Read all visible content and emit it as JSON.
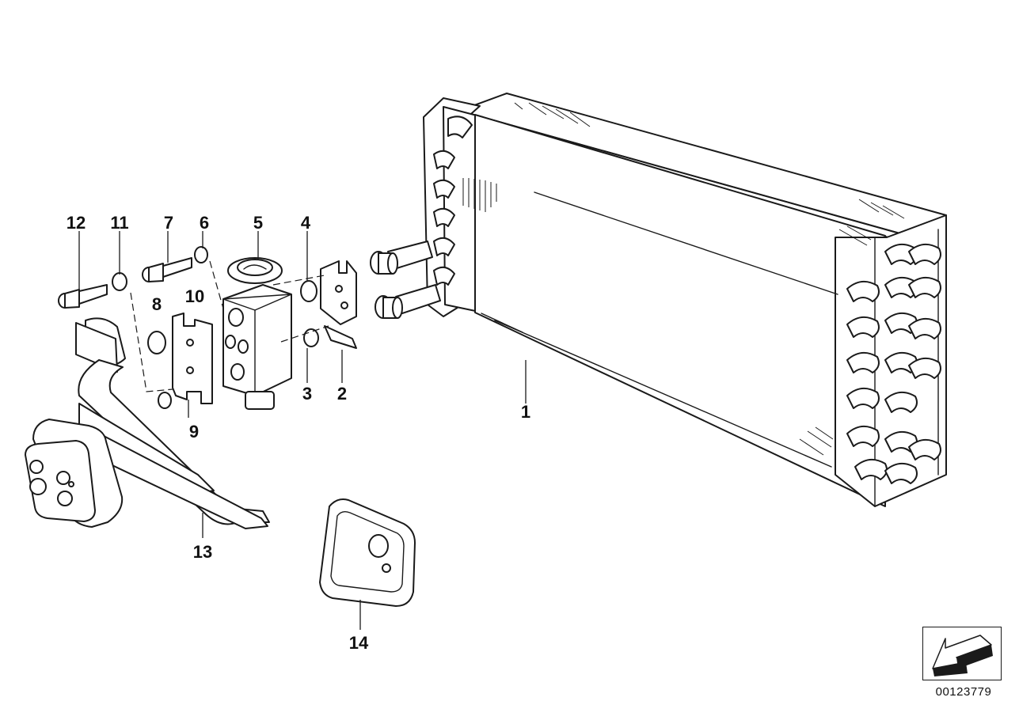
{
  "diagram": {
    "callouts": [
      {
        "id": "1",
        "label": "1"
      },
      {
        "id": "2",
        "label": "2"
      },
      {
        "id": "3",
        "label": "3"
      },
      {
        "id": "4",
        "label": "4"
      },
      {
        "id": "5",
        "label": "5"
      },
      {
        "id": "6",
        "label": "6"
      },
      {
        "id": "7",
        "label": "7"
      },
      {
        "id": "8",
        "label": "8"
      },
      {
        "id": "9",
        "label": "9"
      },
      {
        "id": "10",
        "label": "10"
      },
      {
        "id": "11",
        "label": "11"
      },
      {
        "id": "12",
        "label": "12"
      },
      {
        "id": "13",
        "label": "13"
      },
      {
        "id": "14",
        "label": "14"
      }
    ],
    "reference_number": "00123779",
    "reference_icon": "direction-arrow-icon"
  }
}
